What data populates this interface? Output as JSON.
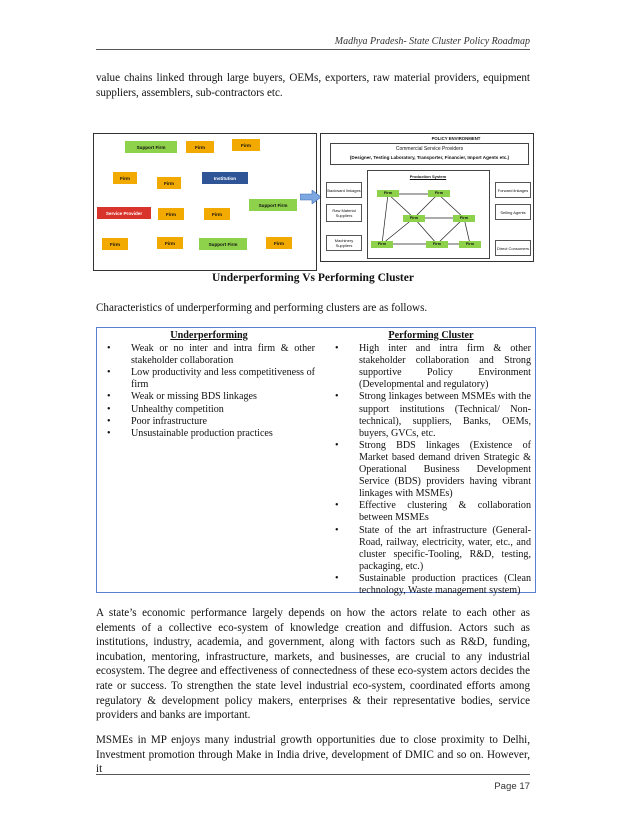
{
  "header": {
    "title": "Madhya Pradesh- State Cluster Policy Roadmap"
  },
  "intro": "value chains linked through large buyers, OEMs, exporters, raw material providers, equipment suppliers, assemblers, sub-contractors etc.",
  "figure_left": {
    "support_firm_1": "Support Firm",
    "firm_1": "Firm",
    "firm_2": "Firm",
    "firm_3": "Firm",
    "firm_4": "Firm",
    "institution": "Institution",
    "support_firm_2": "Support Firm",
    "service_provider": "Service Provider",
    "firm_5": "Firm",
    "firm_6": "Firm",
    "firm_7": "Firm",
    "firm_8": "Firm",
    "support_firm_3": "Support Firm",
    "firm_9": "Firm"
  },
  "figure_right": {
    "policy": "POLICY ENVIRONMENT",
    "csp_title": "Commercial Service Providers",
    "csp_sub": "(Designer, Testing Laboratory, Transporter, Financier, Import Agents etc.)",
    "production": "Production System",
    "backward": "Backward linkages",
    "raw": "Raw Material Suppliers",
    "machinery": "Machinery Suppliers",
    "forward": "Forward linkages",
    "selling": "Selling Agents",
    "direct": "Direct Consumers",
    "firm": "Firm"
  },
  "caption": "Underperforming Vs Performing Cluster",
  "lead": "Characteristics of underperforming and performing clusters are as follows.",
  "table": {
    "left_title": "Underperforming",
    "left_items": [
      "Weak or no inter and intra firm & other stakeholder collaboration",
      "Low productivity and less competitiveness of firm",
      "Weak or missing BDS linkages",
      "Unhealthy competition",
      "Poor infrastructure",
      "Unsustainable production practices"
    ],
    "right_title": "Performing Cluster",
    "right_items": [
      "High inter and intra firm & other stakeholder collaboration and Strong supportive Policy Environment (Developmental and regulatory)",
      "Strong linkages between MSMEs with the support institutions (Technical/ Non-technical), suppliers, Banks, OEMs, buyers, GVCs, etc.",
      "Strong BDS linkages (Existence of Market based demand driven Strategic & Operational Business Development Service (BDS) providers having vibrant linkages with MSMEs)",
      "Effective clustering & collaboration between MSMEs",
      "State of the art infrastructure (General-Road, railway, electricity, water, etc., and cluster specific-Tooling, R&D, testing, packaging, etc.)",
      "Sustainable production practices (Clean technology, Waste management system)"
    ]
  },
  "para1": "A state’s economic performance largely depends on how the actors relate to each other as elements of a collective eco-system of knowledge creation and diffusion. Actors such as institutions, industry, academia, and government, along with factors such as R&D, funding, incubation, mentoring, infrastructure, markets, and businesses, are crucial to any industrial ecosystem. The degree and effectiveness of connectedness of these eco-system actors decides the rate or success. To strengthen the state level industrial eco-system, coordinated efforts among regulatory & development policy makers, enterprises & their representative bodies, service providers and banks are important.",
  "para2": "MSMEs in MP enjoys many industrial growth opportunities due to close proximity to Delhi, Investment promotion through Make in India drive, development of DMIC and so on. However, it",
  "footer": {
    "page": "Page 17"
  }
}
